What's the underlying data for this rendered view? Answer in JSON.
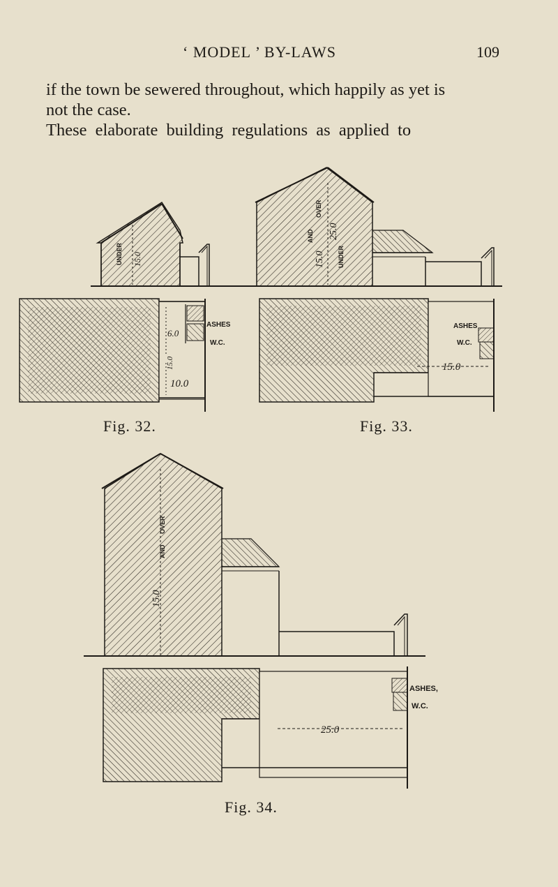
{
  "header": {
    "running_title": "‘ MODEL ’ BY-LAWS",
    "page_number": "109"
  },
  "body_text": [
    "if the town be sewered throughout, which happily as yet is",
    "not the case.",
    "These elaborate building regulations as applied to"
  ],
  "figures": [
    {
      "caption": "Fig. 32.",
      "elevation_labels": [
        "UNDER",
        "15.0"
      ],
      "plan_labels": [
        "ASHES",
        "W.C.",
        "6.0",
        "15.0",
        "10.0"
      ]
    },
    {
      "caption": "Fig. 33.",
      "elevation_labels": [
        "AND",
        "OVER",
        "15.0",
        "UNDER",
        "25.0"
      ],
      "plan_labels": [
        "ASHES",
        "W.C.",
        "15.0"
      ]
    },
    {
      "caption": "Fig. 34.",
      "elevation_labels": [
        "AND",
        "OVER",
        "15.0"
      ],
      "plan_labels": [
        "ASHES,",
        "W.C.",
        "25.0"
      ]
    }
  ]
}
